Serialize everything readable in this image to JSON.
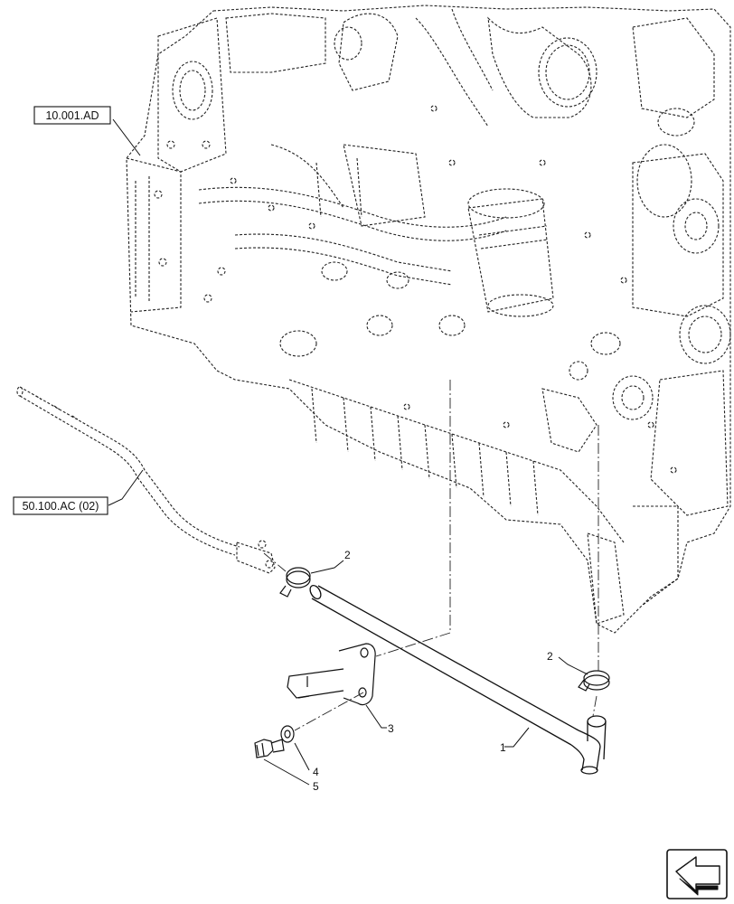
{
  "references": [
    {
      "id": "ref-10-001-ad",
      "text": "10.001.AD"
    },
    {
      "id": "ref-50-100-ac",
      "text": "50.100.AC (02)"
    }
  ],
  "callouts": [
    "1",
    "2",
    "2",
    "3",
    "4",
    "5"
  ],
  "nav_icon": "next-page-arrow-icon"
}
